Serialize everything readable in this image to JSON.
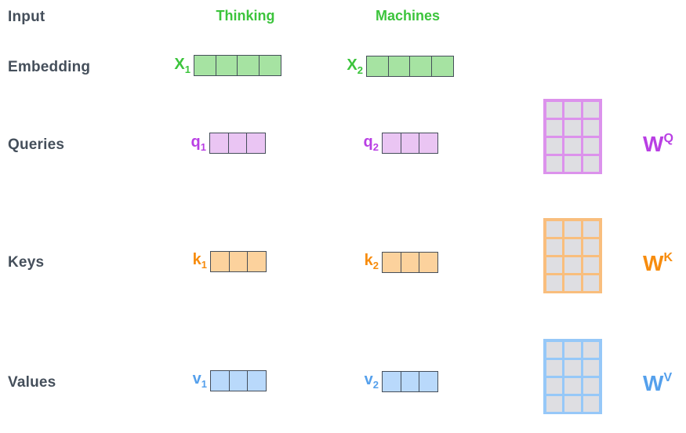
{
  "labels": {
    "input": "Input",
    "embedding": "Embedding",
    "queries": "Queries",
    "keys": "Keys",
    "values": "Values"
  },
  "words": [
    {
      "text": "Thinking"
    },
    {
      "text": "Machines"
    }
  ],
  "vectors": [
    {
      "name": "x1",
      "base": "X",
      "sub": "1",
      "cells": 4,
      "color": "green"
    },
    {
      "name": "x2",
      "base": "X",
      "sub": "2",
      "cells": 4,
      "color": "green"
    },
    {
      "name": "q1",
      "base": "q",
      "sub": "1",
      "cells": 3,
      "color": "purple"
    },
    {
      "name": "q2",
      "base": "q",
      "sub": "2",
      "cells": 3,
      "color": "purple"
    },
    {
      "name": "k1",
      "base": "k",
      "sub": "1",
      "cells": 3,
      "color": "orange"
    },
    {
      "name": "k2",
      "base": "k",
      "sub": "2",
      "cells": 3,
      "color": "orange"
    },
    {
      "name": "v1",
      "base": "v",
      "sub": "1",
      "cells": 3,
      "color": "blue"
    },
    {
      "name": "v2",
      "base": "v",
      "sub": "2",
      "cells": 3,
      "color": "blue"
    }
  ],
  "matrices": [
    {
      "name": "wq",
      "base": "W",
      "sup": "Q",
      "rows": 4,
      "cols": 3,
      "color": "purple"
    },
    {
      "name": "wk",
      "base": "W",
      "sup": "K",
      "rows": 4,
      "cols": 3,
      "color": "orange"
    },
    {
      "name": "wv",
      "base": "W",
      "sup": "V",
      "rows": 4,
      "cols": 3,
      "color": "blue"
    }
  ],
  "colors": {
    "background": "#ffffff",
    "label-color": "#454f5b",
    "vec-border": "#454e5a",
    "matrix-cell": "#dedee2",
    "green": "#3cc43c",
    "green-fill": "#a6e3a2",
    "purple": "#b93fe4",
    "purple-fill": "#eac5f3",
    "purple-mat": "#dc92ec",
    "orange": "#f78c0e",
    "orange-fill": "#fcd29d",
    "orange-mat": "#f9be7d",
    "blue": "#55a0ec",
    "blue-fill": "#b9d9fb",
    "blue-mat": "#96c8f8"
  }
}
